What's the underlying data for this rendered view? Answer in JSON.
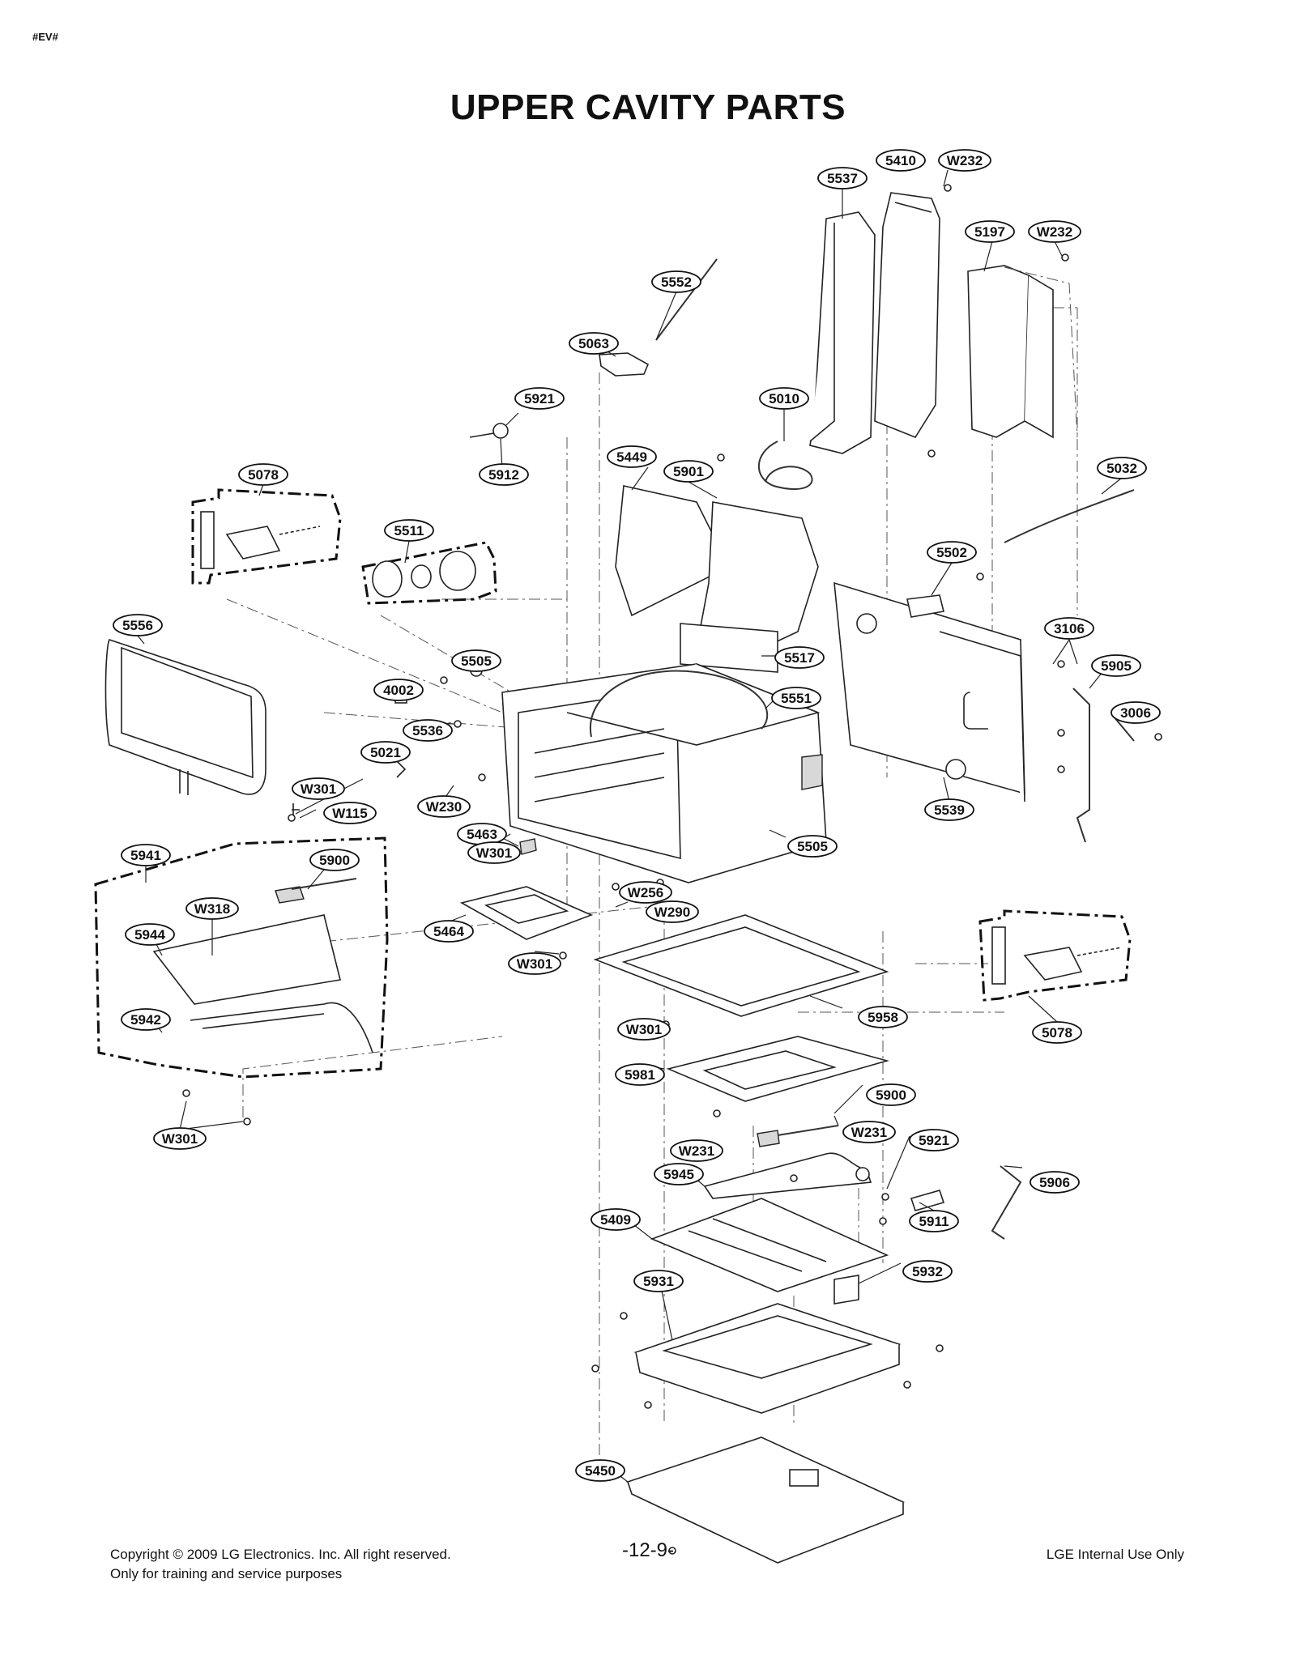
{
  "header": {
    "tag": "#EV#",
    "title": "UPPER CAVITY PARTS"
  },
  "callouts": [
    {
      "id": "5410"
    },
    {
      "id": "W232"
    },
    {
      "id": "5537"
    },
    {
      "id": "5197"
    },
    {
      "id": "W232"
    },
    {
      "id": "5552"
    },
    {
      "id": "5063"
    },
    {
      "id": "5921"
    },
    {
      "id": "5010"
    },
    {
      "id": "5912"
    },
    {
      "id": "5449"
    },
    {
      "id": "5901"
    },
    {
      "id": "5078"
    },
    {
      "id": "5032"
    },
    {
      "id": "5511"
    },
    {
      "id": "5502"
    },
    {
      "id": "5556"
    },
    {
      "id": "3106"
    },
    {
      "id": "5505"
    },
    {
      "id": "5517"
    },
    {
      "id": "5905"
    },
    {
      "id": "4002"
    },
    {
      "id": "5551"
    },
    {
      "id": "3006"
    },
    {
      "id": "5536"
    },
    {
      "id": "5021"
    },
    {
      "id": "W301"
    },
    {
      "id": "W230"
    },
    {
      "id": "5539"
    },
    {
      "id": "W115"
    },
    {
      "id": "5463"
    },
    {
      "id": "5505"
    },
    {
      "id": "5941"
    },
    {
      "id": "W301"
    },
    {
      "id": "5900"
    },
    {
      "id": "W256"
    },
    {
      "id": "W318"
    },
    {
      "id": "W290"
    },
    {
      "id": "5944"
    },
    {
      "id": "5464"
    },
    {
      "id": "W301"
    },
    {
      "id": "5958"
    },
    {
      "id": "5942"
    },
    {
      "id": "5078"
    },
    {
      "id": "W301"
    },
    {
      "id": "5981"
    },
    {
      "id": "5900"
    },
    {
      "id": "W301"
    },
    {
      "id": "W231"
    },
    {
      "id": "W231"
    },
    {
      "id": "5921"
    },
    {
      "id": "5945"
    },
    {
      "id": "5906"
    },
    {
      "id": "5409"
    },
    {
      "id": "5911"
    },
    {
      "id": "5931"
    },
    {
      "id": "5932"
    },
    {
      "id": "5450"
    }
  ],
  "footer": {
    "copyright": "Copyright © 2009 LG Electronics. Inc. All right reserved.",
    "purpose": "Only for training and service purposes",
    "page": "-12-9-",
    "notice": "LGE Internal Use Only"
  }
}
